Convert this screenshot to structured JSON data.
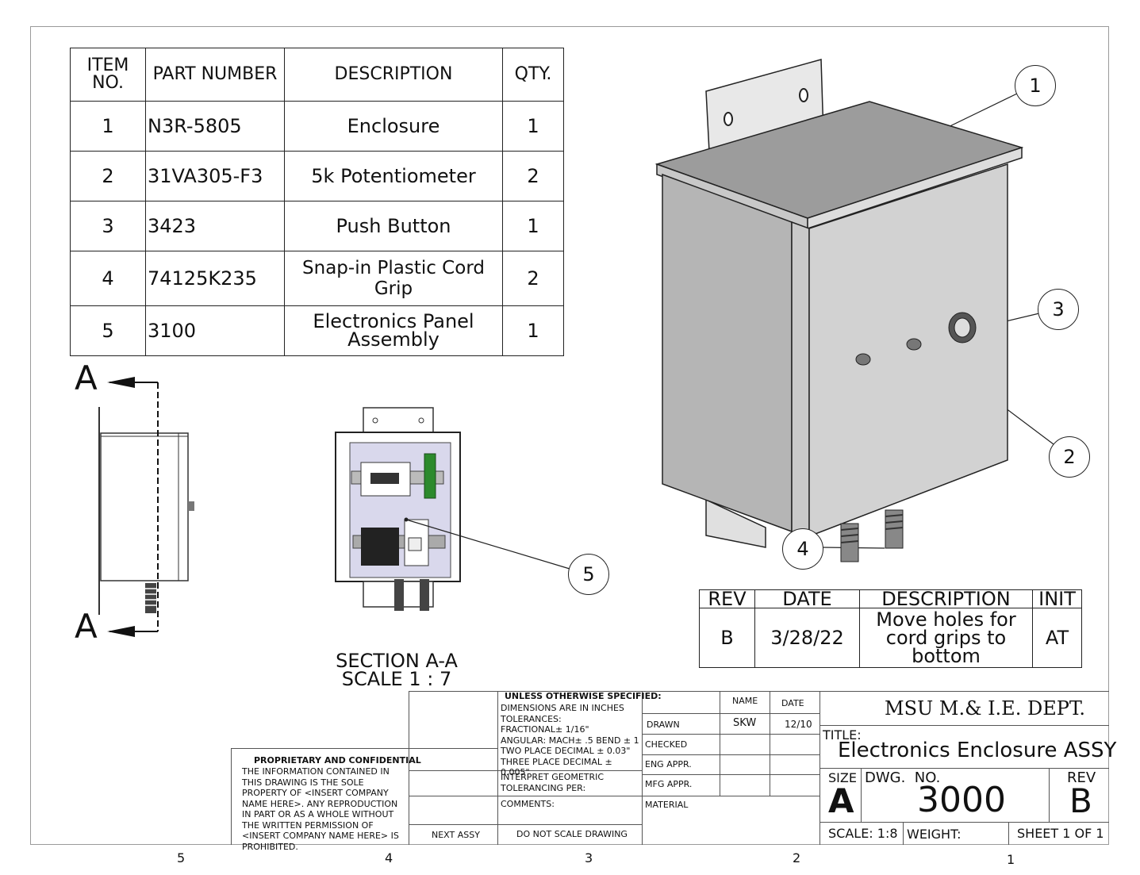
{
  "bom": {
    "headers": [
      "ITEM NO.",
      "PART NUMBER",
      "DESCRIPTION",
      "QTY."
    ],
    "rows": [
      {
        "item": "1",
        "part": "N3R-5805",
        "desc": "Enclosure",
        "qty": "1"
      },
      {
        "item": "2",
        "part": "31VA305-F3",
        "desc": "5k Potentiometer",
        "qty": "2"
      },
      {
        "item": "3",
        "part": "3423",
        "desc": "Push Button",
        "qty": "1"
      },
      {
        "item": "4",
        "part": "74125K235",
        "desc": "Snap-in Plastic Cord Grip",
        "qty": "2"
      },
      {
        "item": "5",
        "part": "3100",
        "desc": "Electronics Panel Assembly",
        "qty": "1"
      }
    ]
  },
  "section": {
    "marker": "A",
    "title": "SECTION A-A",
    "scale": "SCALE 1 : 7"
  },
  "balloons": [
    "1",
    "2",
    "3",
    "4",
    "5"
  ],
  "revision": {
    "headers": [
      "REV",
      "DATE",
      "DESCRIPTION",
      "INIT"
    ],
    "rev": "B",
    "date": "3/28/22",
    "description": "Move holes for cord grips to bottom",
    "init": "AT"
  },
  "proprietary": {
    "heading": "PROPRIETARY AND CONFIDENTIAL",
    "text": "THE INFORMATION CONTAINED IN THIS DRAWING IS THE SOLE PROPERTY OF <INSERT COMPANY NAME HERE>. ANY REPRODUCTION IN PART OR AS A WHOLE WITHOUT THE WRITTEN PERMISSION OF <INSERT COMPANY NAME HERE> IS PROHIBITED."
  },
  "tolerances": {
    "heading": "UNLESS OTHERWISE SPECIFIED:",
    "lines": [
      "DIMENSIONS ARE IN INCHES",
      "TOLERANCES:",
      "FRACTIONAL± 1/16\"",
      "ANGULAR: MACH± .5 BEND ± 1",
      "TWO PLACE DECIMAL    ± 0.03\"",
      "THREE PLACE DECIMAL  ± 0.005\""
    ],
    "interpret": "INTERPRET GEOMETRIC TOLERANCING PER:",
    "comments": "COMMENTS:",
    "next_assy": "NEXT ASSY",
    "no_scale": "DO NOT SCALE DRAWING"
  },
  "approvals": {
    "name_header": "NAME",
    "date_header": "DATE",
    "drawn": "DRAWN",
    "drawn_name": "SKW",
    "drawn_date": "12/10",
    "checked": "CHECKED",
    "eng": "ENG APPR.",
    "mfg": "MFG APPR.",
    "material": "MATERIAL"
  },
  "title_block": {
    "company": "MSU M.& I.E. DEPT.",
    "title_label": "TITLE:",
    "title": "Electronics Enclosure ASSY",
    "size_label": "SIZE",
    "size": "A",
    "dwg_label": "DWG.  NO.",
    "dwg_no": "3000",
    "rev_label": "REV",
    "rev": "B",
    "scale": "SCALE: 1:8",
    "weight": "WEIGHT:",
    "sheet": "SHEET 1 OF 1"
  },
  "zones": [
    "5",
    "4",
    "3",
    "2",
    "1"
  ]
}
